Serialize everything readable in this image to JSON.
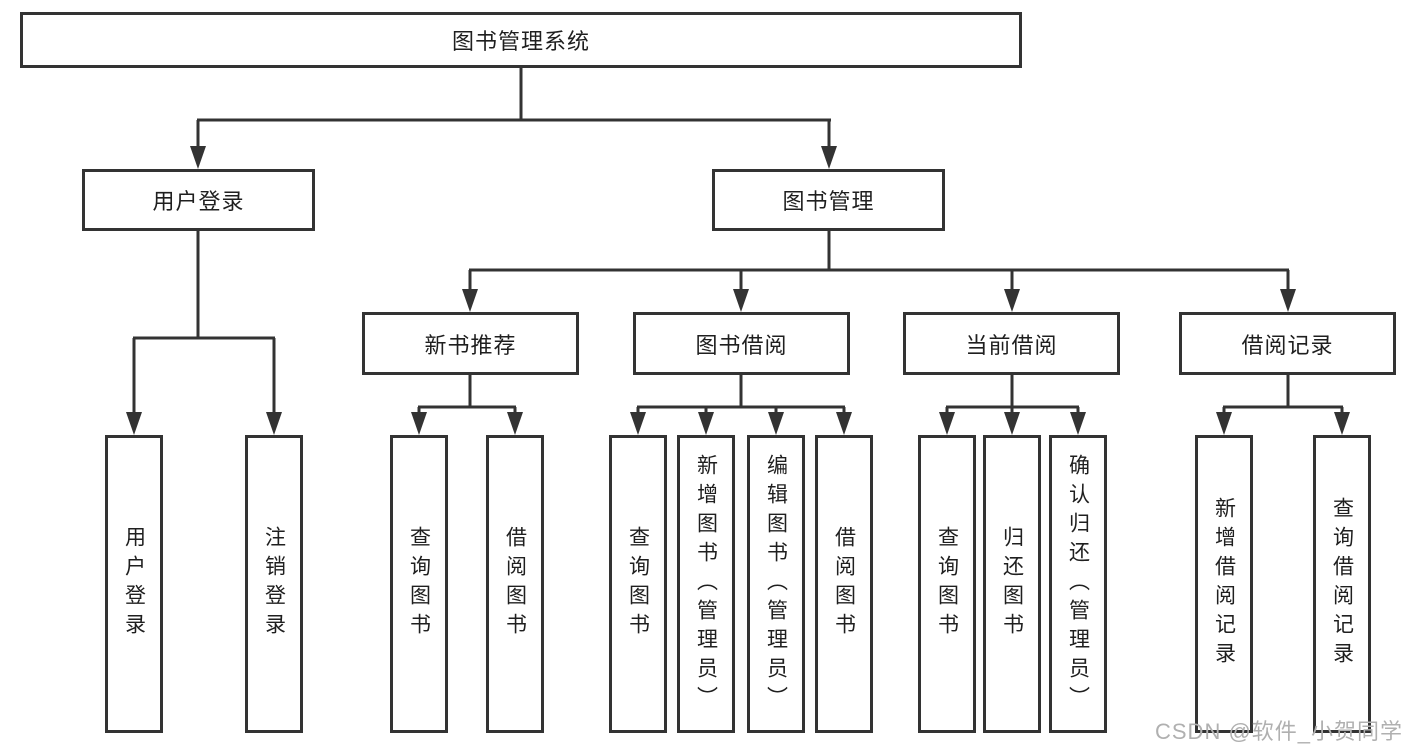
{
  "diagram": {
    "root": {
      "label": "图书管理系统"
    },
    "level2": [
      {
        "label": "用户登录"
      },
      {
        "label": "图书管理"
      }
    ],
    "level3": [
      {
        "label": "新书推荐"
      },
      {
        "label": "图书借阅"
      },
      {
        "label": "当前借阅"
      },
      {
        "label": "借阅记录"
      }
    ],
    "leaves": {
      "userLogin": [
        {
          "label": "用户登录"
        },
        {
          "label": "注销登录"
        }
      ],
      "newBookRec": [
        {
          "label": "查询图书"
        },
        {
          "label": "借阅图书"
        }
      ],
      "bookBorrow": [
        {
          "label": "查询图书"
        },
        {
          "label": "新增图书（管理员）"
        },
        {
          "label": "编辑图书（管理员）"
        },
        {
          "label": "借阅图书"
        }
      ],
      "currentBorrow": [
        {
          "label": "查询图书"
        },
        {
          "label": "归还图书"
        },
        {
          "label": "确认归还（管理员）"
        }
      ],
      "borrowRecords": [
        {
          "label": "新增借阅记录"
        },
        {
          "label": "查询借阅记录"
        }
      ]
    }
  },
  "watermark": {
    "text": "CSDN @软件_小贺同学"
  },
  "colors": {
    "line": "#333333",
    "text": "#1f1f1f",
    "watermark": "#b0b0b0",
    "background": "#ffffff"
  }
}
